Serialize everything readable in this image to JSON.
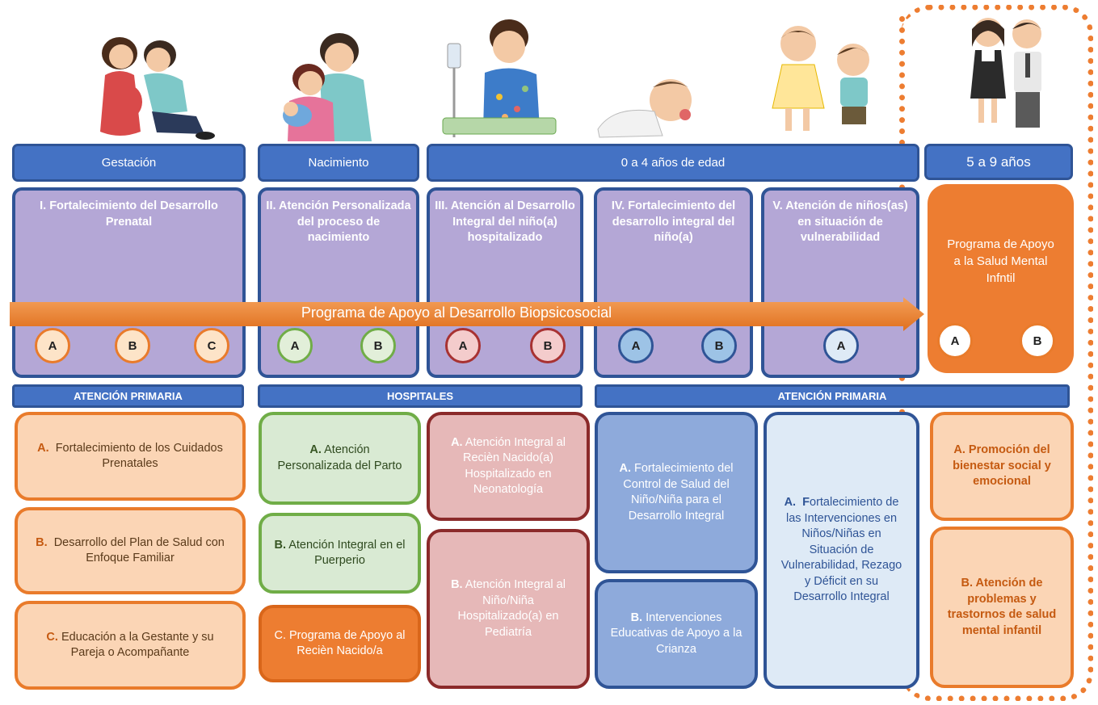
{
  "headers": {
    "gestacion": "Gestación",
    "nacimiento": "Nacimiento",
    "edad_0_4": "0 a 4 años de edad",
    "edad_5_9": "5 a 9 años"
  },
  "components": [
    {
      "title": "I. Fortalecimiento del Desarrollo Prenatal",
      "circles": [
        "A",
        "B",
        "C"
      ]
    },
    {
      "title": "II. Atención Personalizada del proceso de nacimiento",
      "circles": [
        "A",
        "B"
      ]
    },
    {
      "title": "III. Atención al Desarrollo Integral del niño(a) hospitalizado",
      "circles": [
        "A",
        "B"
      ]
    },
    {
      "title": "IV. Fortalecimiento del desarrollo integral del niño(a)",
      "circles": [
        "A",
        "B"
      ]
    },
    {
      "title": "V. Atención de niños(as) en situación de vulnerabilidad",
      "circles": [
        "A"
      ]
    }
  ],
  "mental_health": {
    "title": "Programa de Apoyo a la Salud Mental Infntil",
    "circles": [
      "A",
      "B"
    ]
  },
  "arrow_label": "Programa de Apoyo al Desarrollo Biopsicosocial",
  "sections": {
    "primaria_1": "ATENCIÓN PRIMARIA",
    "hospitales": "HOSPITALES",
    "primaria_2": "ATENCIÓN PRIMARIA"
  },
  "boxes": {
    "g_a": {
      "letter": "A.",
      "text": "Fortalecimiento de los Cuidados Prenatales"
    },
    "g_b": {
      "letter": "B.",
      "text": "Desarrollo del Plan de Salud con Enfoque Familiar"
    },
    "g_c": {
      "letter": "C.",
      "text": "Educación a la Gestante y su Pareja o Acompañante"
    },
    "n_a": {
      "letter": "A.",
      "text": "Atención Personalizada del Parto"
    },
    "n_b": {
      "letter": "B.",
      "text": "Atención Integral en el Puerperio"
    },
    "n_c": {
      "text": "C. Programa de Apoyo al Recièn Nacido/a"
    },
    "h_a": {
      "letter": "A.",
      "text": "Atención Integral al Recièn Nacido(a) Hospitalizado en Neonatología"
    },
    "h_b": {
      "letter": "B.",
      "text": "Atención Integral al Niño/Niña Hospitalizado(a) en Pediatría"
    },
    "p_a": {
      "letter": "A.",
      "text": "Fortalecimiento del Control de Salud del Niño/Niña para el Desarrollo Integral"
    },
    "p_b": {
      "letter": "B.",
      "text": "Intervenciones Educativas de Apoyo a la Crianza"
    },
    "v_a": {
      "letter": "A.",
      "first": "F",
      "text": "ortalecimiento de las Intervenciones en Niños/Niñas  en Situación de Vulnerabilidad, Rezago y Déficit en su Desarrollo Integral"
    },
    "m_a": {
      "text": "A. Promoción del bienestar social y emocional"
    },
    "m_b": {
      "text": "B. Atención de problemas y trastornos de salud mental infantil"
    }
  },
  "colors": {
    "header_blue": "#4472c4",
    "border_navy": "#2f5496",
    "lavender": "#b4a7d6",
    "orange": "#ed7d31",
    "green": "#70ad47",
    "red": "#a83232"
  }
}
